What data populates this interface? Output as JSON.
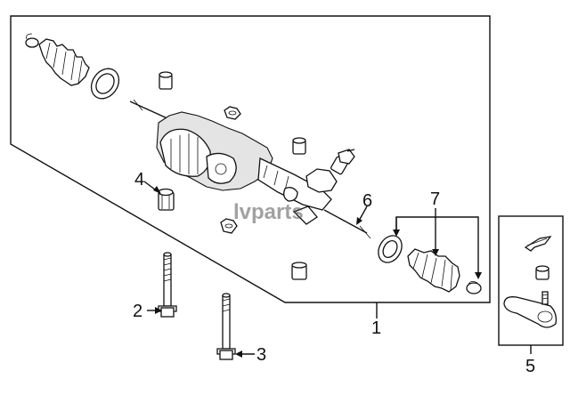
{
  "diagram": {
    "callouts": {
      "c1": "1",
      "c2": "2",
      "c3": "3",
      "c4": "4",
      "c5": "5",
      "c6": "6",
      "c7": "7"
    },
    "watermark": "lvparts",
    "colors": {
      "line": "#111111",
      "background": "#ffffff",
      "shade": "#e4e4e4"
    }
  }
}
